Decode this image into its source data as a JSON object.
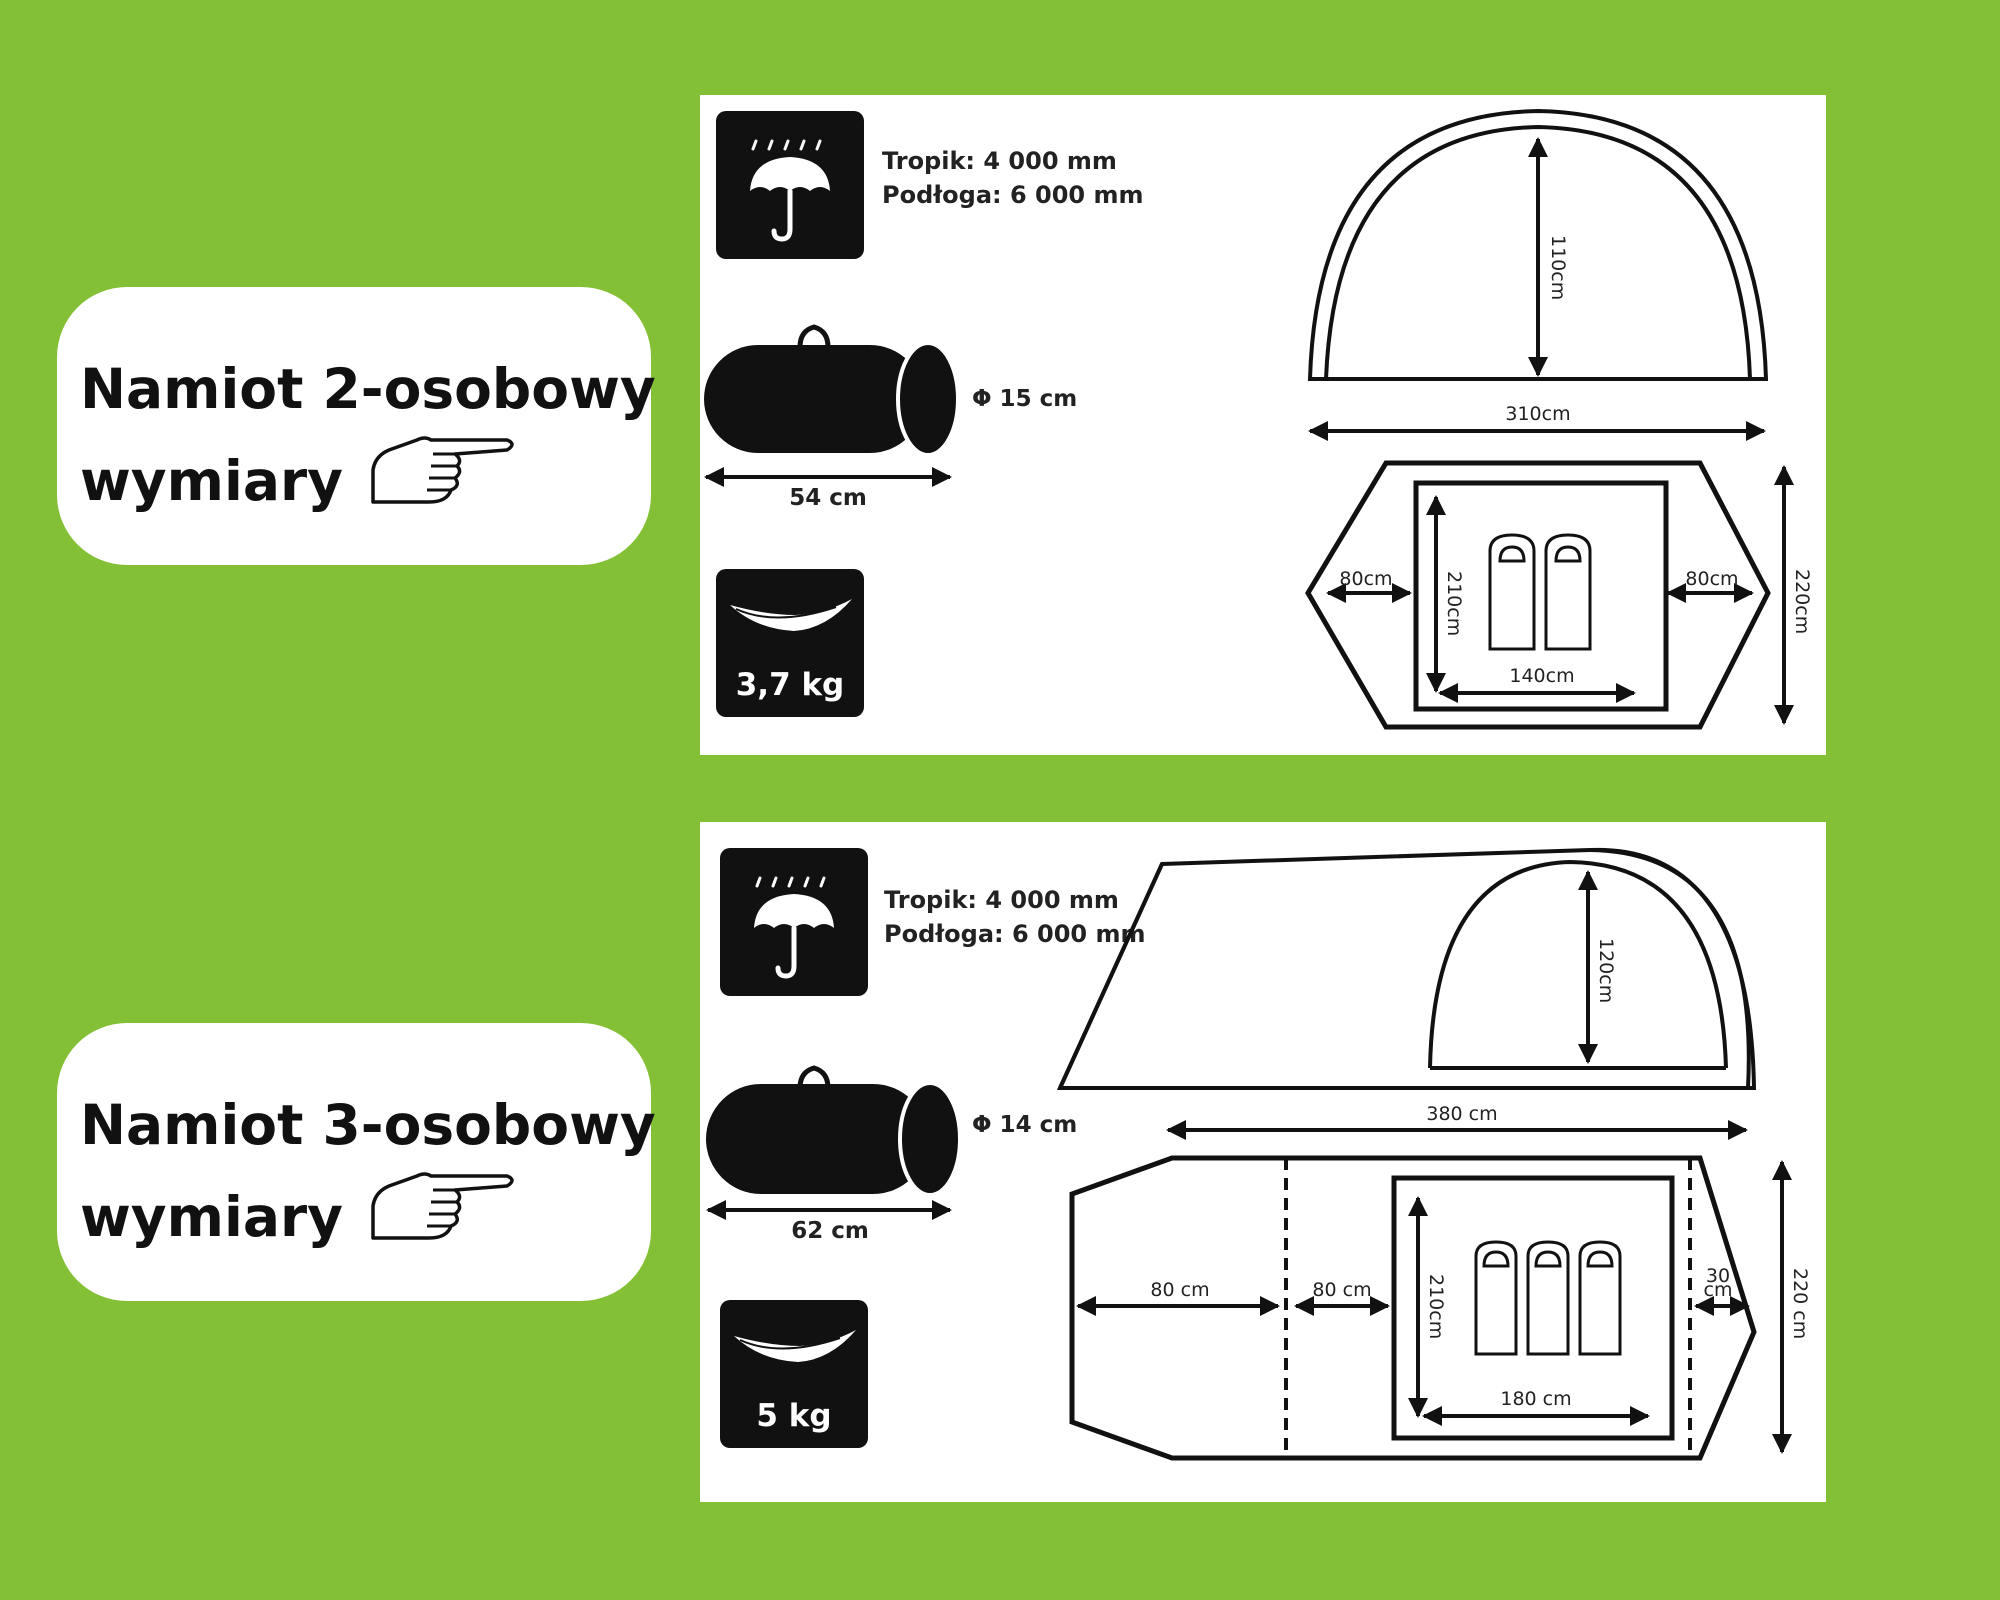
{
  "tents": [
    {
      "title_line1": "Namiot 2-osobowy",
      "title_line2": "wymiary",
      "tropik": "Tropik: 4 000 mm",
      "podloga": "Podłoga: 6 000 mm",
      "bag_diameter": "Φ 15 cm",
      "bag_length": "54 cm",
      "weight": "3,7 kg",
      "height": "110cm",
      "length": "310cm",
      "vestibule_left": "80cm",
      "vestibule_right": "80cm",
      "inner_length": "210cm",
      "inner_width": "140cm",
      "total_width": "220cm"
    },
    {
      "title_line1": "Namiot 3-osobowy",
      "title_line2": "wymiary",
      "tropik": "Tropik: 4 000 mm",
      "podloga": "Podłoga: 6 000 mm",
      "bag_diameter": "Φ 14 cm",
      "bag_length": "62 cm",
      "weight": "5 kg",
      "height": "120cm",
      "length": "380 cm",
      "vestibule_outer": "80 cm",
      "vestibule_inner": "80 cm",
      "inner_length": "210cm",
      "inner_width": "180 cm",
      "rear_gap_top": "30",
      "rear_gap_bottom": "cm",
      "total_width": "220 cm"
    }
  ],
  "icons": [
    "umbrella-rain-icon",
    "pointing-hand-icon",
    "tent-bag-icon",
    "feather-weight-icon",
    "sleeping-bag-icon"
  ],
  "colors": {
    "background": "#84c036",
    "panel": "#ffffff",
    "ink": "#111111"
  }
}
